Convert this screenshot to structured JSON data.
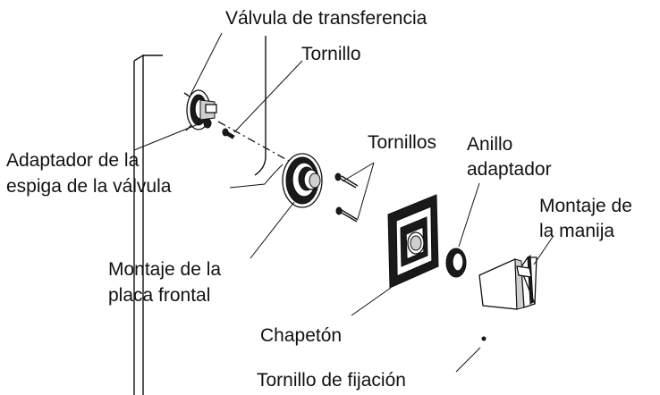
{
  "labels": {
    "valvula_transferencia": "Válvula de transferencia",
    "tornillo": "Tornillo",
    "adaptador_1": "Adaptador de la",
    "adaptador_2": "espiga de la válvula",
    "tornillos": "Tornillos",
    "anillo_1": "Anillo",
    "anillo_2": "adaptador",
    "montaje_manija_1": "Montaje de",
    "montaje_manija_2": "la manija",
    "placa_frontal_1": "Montaje de la",
    "placa_frontal_2": "placa frontal",
    "chapeton": "Chapetón",
    "tornillo_fijacion": "Tornillo de fijación"
  }
}
